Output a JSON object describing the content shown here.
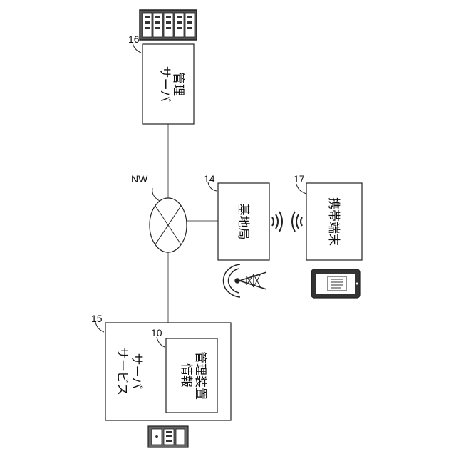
{
  "nodes": {
    "management_server": {
      "ref": "16",
      "line1": "管理",
      "line2": "サーバ"
    },
    "network": {
      "ref": "NW"
    },
    "base_station": {
      "ref": "14",
      "label": "基地局"
    },
    "mobile_terminal": {
      "ref": "17",
      "label": "携帯端末"
    },
    "service_server": {
      "ref": "15",
      "line1": "サービス",
      "line2": "サーバ"
    },
    "info_mgmt_device": {
      "ref": "10",
      "line1": "情報",
      "line2": "管理装置"
    }
  },
  "icons": [
    "server-rack-icon",
    "radio-tower-icon",
    "smartphone-icon",
    "tower-server-icon",
    "wireless-signal-icon"
  ]
}
